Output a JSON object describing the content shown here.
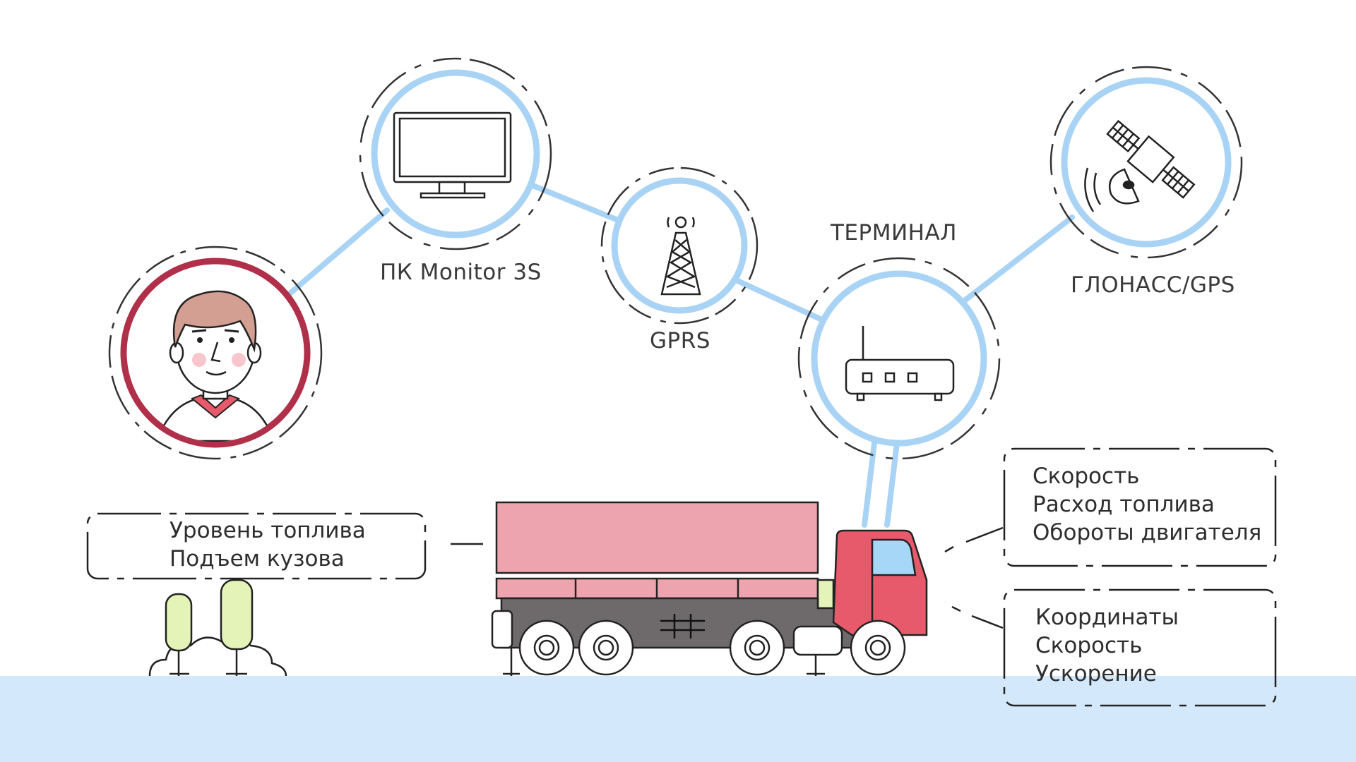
{
  "nodes": {
    "pc_label": "ПК Monitor 3S",
    "gprs_label": "GPRS",
    "terminal_label": "ТЕРМИНАЛ",
    "satellite_label": "ГЛОНАСС/GPS"
  },
  "boxes": {
    "fuel": {
      "lines": [
        "Уровень топлива",
        "Подъем кузова"
      ]
    },
    "speed": {
      "lines": [
        "Скорость",
        "Расход топлива",
        "Обороты двигателя"
      ]
    },
    "coords": {
      "lines": [
        "Координаты",
        "Скорость",
        "Ускорение"
      ]
    }
  },
  "colors": {
    "link_blue": "#a9d3f4",
    "person_ring": "#b0304a",
    "ground": "#d4e8fb",
    "truck_body": "#eea4ae",
    "cab": "#e65a6b",
    "chassis": "#6e6a6c",
    "line_dark": "#222222"
  },
  "icons": [
    "person-icon",
    "monitor-icon",
    "tower-icon",
    "router-icon",
    "satellite-icon",
    "truck-icon",
    "tree-icon"
  ]
}
